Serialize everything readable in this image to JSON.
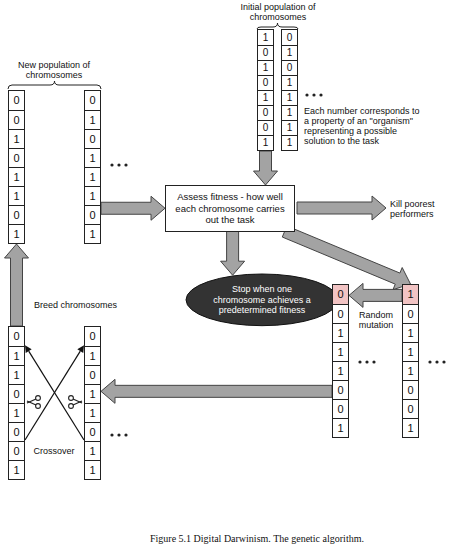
{
  "diagram": {
    "caption": "Figure 5.1 Digital Darwinism. The genetic algorithm.",
    "nodes": [
      {
        "text": [
          "1",
          "0",
          "1",
          "0",
          "1",
          "0",
          "0",
          "1"
        ]
      },
      {
        "text": [
          "0",
          "1",
          "0",
          "1",
          "1",
          "1",
          "1",
          "1"
        ]
      },
      {
        "text": [
          "0",
          "0",
          "1",
          "0",
          "1",
          "1",
          "0",
          "1"
        ]
      },
      {
        "text": [
          "0",
          "1",
          "0",
          "1",
          "1",
          "1",
          "0",
          "1"
        ]
      },
      {
        "text": [
          "Assess fitness - how well each chromosome carries out the task"
        ]
      },
      {
        "text": [
          "Stop when one chromosome achieves a predetermined fitness"
        ]
      },
      {
        "text": [
          "0",
          "0",
          "1",
          "1",
          "1",
          "0",
          "0",
          "1"
        ]
      },
      {
        "text": [
          "1",
          "0",
          "1",
          "1",
          "1",
          "0",
          "0",
          "1"
        ]
      },
      {
        "text": [
          "0",
          "1",
          "1",
          "0",
          "1",
          "0",
          "0",
          "1"
        ]
      },
      {
        "text": [
          "0",
          "1",
          "0",
          "1",
          "1",
          "0",
          "1",
          "1"
        ]
      }
    ],
    "edges": [
      {
        "from": 0,
        "to": 4,
        "arrow": "to"
      },
      {
        "from": 3,
        "to": 4,
        "arrow": "to"
      },
      {
        "from": 4,
        "to": 5,
        "arrow": "to"
      },
      {
        "from": 4,
        "to": 7,
        "arrow": "to"
      },
      {
        "from": 7,
        "to": 6,
        "arrow": "to"
      },
      {
        "from": 6,
        "to": 9,
        "arrow": "to"
      },
      {
        "from": 8,
        "to": 2,
        "arrow": "to"
      },
      {
        "from": 8,
        "to": 9,
        "arrow": "to"
      },
      {
        "from": 9,
        "to": 8,
        "arrow": "to"
      }
    ],
    "labels": [
      "Initial population of chromosomes",
      "Each number corresponds to a property of an \"organism\" representing a possible solution to the task",
      "New population of chromosomes",
      "Kill poorest performers",
      "Random mutation",
      "Breed chromosomes",
      "Crossover"
    ]
  }
}
